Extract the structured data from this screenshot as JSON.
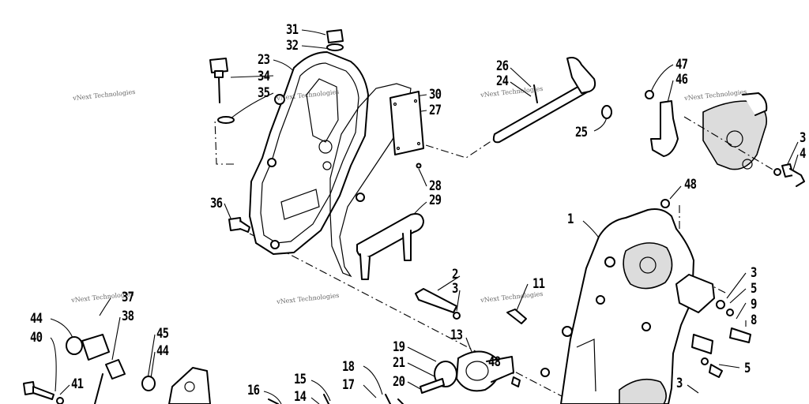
{
  "watermark": "vNext Technologies",
  "callouts": [
    "31",
    "32",
    "23",
    "34",
    "35",
    "30",
    "27",
    "28",
    "29",
    "36",
    "26",
    "24",
    "25",
    "47",
    "46",
    "3",
    "4",
    "48",
    "1",
    "3",
    "5",
    "9",
    "8",
    "5",
    "3",
    "2",
    "3",
    "11",
    "13",
    "19",
    "21",
    "20",
    "18",
    "17",
    "48",
    "15",
    "14",
    "16",
    "37",
    "38",
    "45",
    "44",
    "44",
    "40",
    "41"
  ]
}
